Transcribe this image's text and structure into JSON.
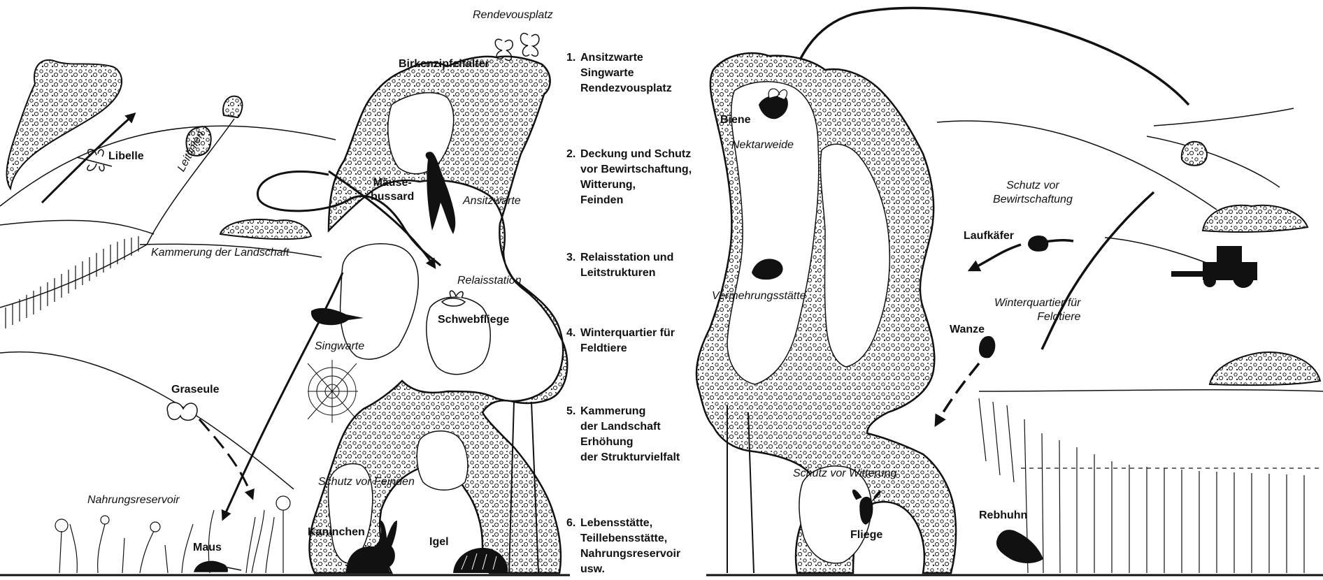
{
  "labels": {
    "rendevousplatz": "Rendevousplatz",
    "birkenzipfelfalter": "Birkenzipfelfalter",
    "libelle": "Libelle",
    "leitlinien": "Leitlinien",
    "maeusebussard": "Mäuse-\nbussard",
    "ansitzwarte": "Ansitzwarte",
    "kammerung": "Kammerung der Landschaft",
    "relaisstation": "Relaisstation",
    "schwebfliege": "Schwebfliege",
    "singwarte": "Singwarte",
    "graseule": "Graseule",
    "nahrungsreservoir": "Nahrungsreservoir",
    "schutz_feinden": "Schutz vor Feinden",
    "kaninchen": "Kaninchen",
    "igel": "Igel",
    "maus": "Maus",
    "biene": "Biene",
    "nektarweide": "Nektarweide",
    "vermehrungsstaette": "Vermehrungsstätte",
    "schutz_bewirtschaftung": "Schutz vor\nBewirtschaftung",
    "laufkaefer": "Laufkäfer",
    "winterquartier": "Winterquartier für\nFeldtiere",
    "wanze": "Wanze",
    "schutz_witterung": "Schutz vor Witterung",
    "fliege": "Fliege",
    "rebhuhn": "Rebhuhn"
  },
  "legend": [
    {
      "num": "1.",
      "text": "Ansitzwarte\nSingwarte\nRendezvousplatz"
    },
    {
      "num": "2.",
      "text": "Deckung und Schutz\nvor Bewirtschaftung,\nWitterung,\nFeinden"
    },
    {
      "num": "3.",
      "text": "Relaisstation und\nLeitstrukturen"
    },
    {
      "num": "4.",
      "text": "Winterquartier für\nFeldtiere"
    },
    {
      "num": "5.",
      "text": "Kammerung\nder Landschaft\nErhöhung\nder Strukturvielfalt"
    },
    {
      "num": "6.",
      "text": "Lebensstätte,\nTeillebensstätte,\nNahrungsreservoir\nusw."
    }
  ]
}
